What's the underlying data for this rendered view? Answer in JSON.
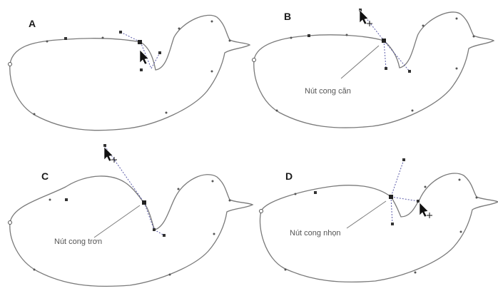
{
  "panels": [
    {
      "id": "A",
      "letter": "A",
      "label": ""
    },
    {
      "id": "B",
      "letter": "B",
      "label": "Nút cong căn"
    },
    {
      "id": "C",
      "letter": "C",
      "label": "Nút cong trơn"
    },
    {
      "id": "D",
      "letter": "D",
      "label": "Nút cong nhọn"
    }
  ],
  "colors": {
    "outline": "#7a7a7a",
    "handle": "#5a5aa8",
    "node": "#333333",
    "background": "#ffffff"
  },
  "icons": {
    "cursor": "pick-tool-cursor-icon",
    "node": "square-node-icon"
  }
}
